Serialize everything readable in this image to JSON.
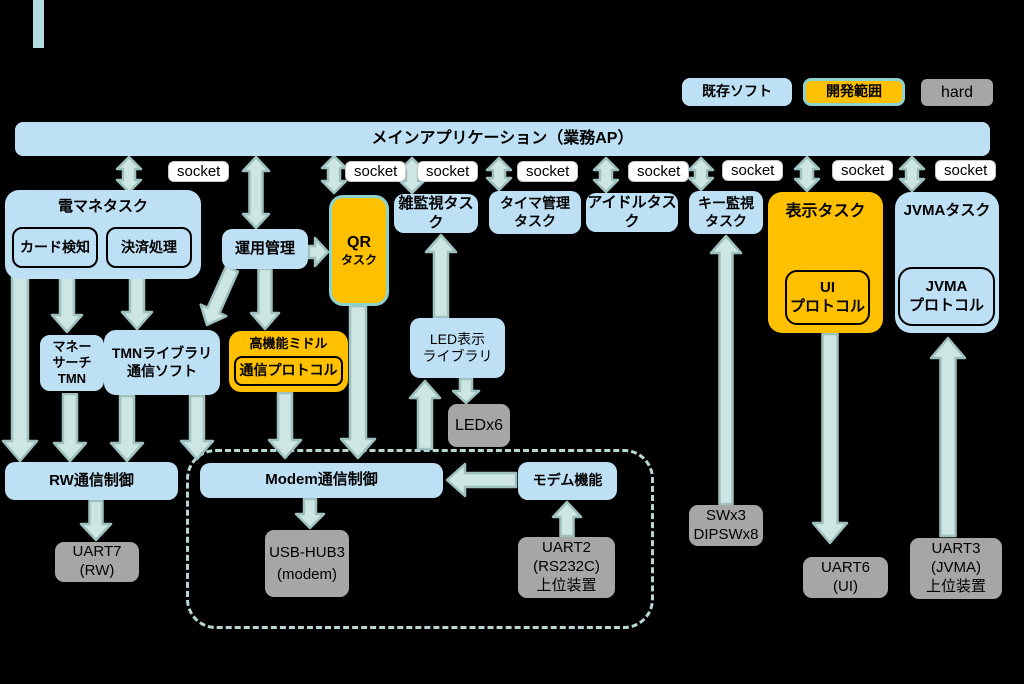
{
  "legend": {
    "existing_soft": "既存ソフト",
    "development_scope": "開発範囲",
    "hardware": "hard"
  },
  "main_bar": "メインアプリケーション（業務AP）",
  "socket_label": "socket",
  "tasks": {
    "emoney": "電マネタスク",
    "card_detect": "カード検知",
    "settlement": "決済処理",
    "operation": "運用管理",
    "qr_line1": "QR",
    "qr_line2": "タスク",
    "misc_monitor": "雑監視タスク",
    "timer": "タイマ管理\nタスク",
    "idle": "アイドルタスク",
    "key_monitor": "キー監視\nタスク",
    "display": "表示タスク",
    "ui_protocol": "UI\nプロトコル",
    "jvma": "JVMAタスク",
    "jvma_protocol": "JVMA\nプロトコル"
  },
  "middleware": {
    "money_search": "マネー\nサーチTMN",
    "tmn_library": "TMNライブラリ\n通信ソフト",
    "advanced_middle": "高機能ミドル",
    "comm_protocol": "通信プロトコル",
    "led_library": "LED表示\nライブラリ",
    "rw_comm": "RW通信制御",
    "modem_comm": "Modem通信制御",
    "modem_func": "モデム機能"
  },
  "hardware": {
    "led": "LEDx6",
    "uart7": "UART7\n(RW)",
    "usb_hub": "USB-HUB3\n(modem)",
    "uart2": "UART2\n(RS232C)\n上位装置",
    "switches": "SWx3\nDIPSWx8",
    "uart6": "UART6\n(UI)",
    "uart3": "UART3\n(JVMA)\n上位装置"
  },
  "colors": {
    "blue": "#BEE0F5",
    "orange": "#FFC000",
    "gray": "#A6A6A6",
    "arrow_fill": "#CDE6E3",
    "arrow_stroke": "#9EC1BE",
    "dashed_border": "#B7D8D4",
    "accent_teal": "#8ED2CE",
    "background": "#000000",
    "socket_bg": "#FFFFFF",
    "top_mark": "#B3DCE3"
  }
}
